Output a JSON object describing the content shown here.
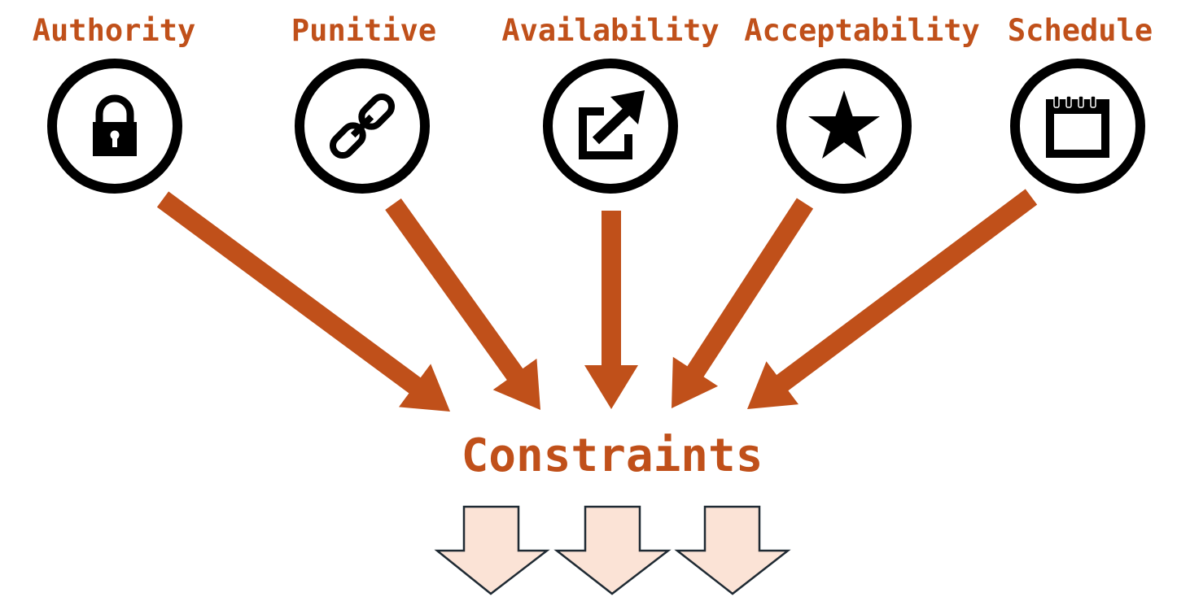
{
  "colors": {
    "accent": "#c0501a",
    "icon": "#000000",
    "down_arrow_fill": "#fbe3d6",
    "down_arrow_stroke": "#1f2a33"
  },
  "factors": [
    {
      "label": "Authority",
      "icon": "lock-icon"
    },
    {
      "label": "Punitive",
      "icon": "chain-link-icon"
    },
    {
      "label": "Availability",
      "icon": "external-link-icon"
    },
    {
      "label": "Acceptability",
      "icon": "star-icon"
    },
    {
      "label": "Schedule",
      "icon": "calendar-icon"
    }
  ],
  "center": {
    "label": "Constraints"
  }
}
